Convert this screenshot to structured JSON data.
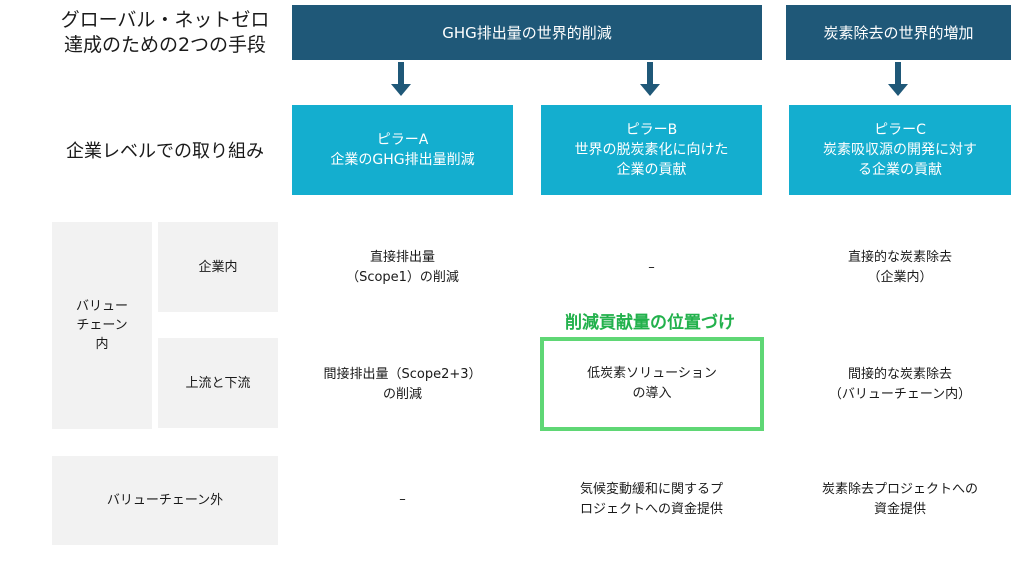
{
  "left": {
    "title": "グローバル・ネットゼロ\n達成のための2つの手段",
    "row_label": "企業レベルでの取り組み"
  },
  "top_boxes": {
    "ghg": "GHG排出量の世界的削減",
    "removal": "炭素除去の世界的増加"
  },
  "pillars": {
    "a": "ピラーA\n企業のGHG排出量削減",
    "b": "ピラーB\n世界の脱炭素化に向けた\n企業の貢献",
    "c": "ピラーC\n炭素吸収源の開発に対す\nる企業の貢献"
  },
  "side_labels": {
    "value_chain_in": "バリュー\nチェーン\n内",
    "in_company": "企業内",
    "upstream_downstream": "上流と下流",
    "value_chain_out": "バリューチェーン外"
  },
  "cells": {
    "r1_a": "直接排出量\n（Scope1）の削減",
    "r1_b": "–",
    "r1_c": "直接的な炭素除去\n（企業内）",
    "r2_a": "間接排出量（Scope2+3）\nの削減",
    "r2_b": "低炭素ソリューション\nの導入",
    "r2_c": "間接的な炭素除去\n（バリューチェーン内）",
    "r3_a": "–",
    "r3_b": "気候変動緩和に関するプ\nロジェクトへの資金提供",
    "r3_c": "炭素除去プロジェクトへの\n資金提供"
  },
  "highlight": {
    "label": "削減貢献量の位置づけ"
  },
  "colors": {
    "dark_blue": "#1f5878",
    "teal": "#14aecf",
    "grey": "#f2f2f2",
    "green": "#22b14c",
    "green_border": "#5fd775"
  }
}
